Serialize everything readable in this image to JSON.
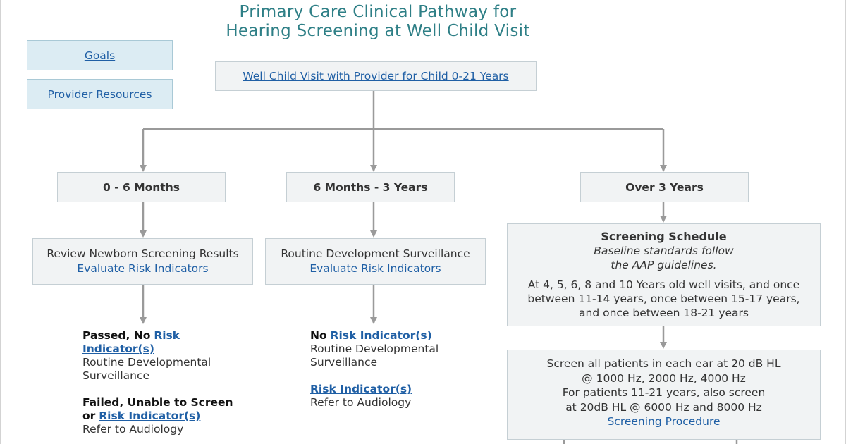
{
  "title": {
    "line1": "Primary Care Clinical Pathway for",
    "line2": "Hearing Screening at Well Child Visit"
  },
  "side_links": {
    "goals": "Goals",
    "provider_resources": "Provider Resources"
  },
  "root": {
    "label": "Well Child Visit with Provider for Child 0-21 Years"
  },
  "branches": {
    "infant": {
      "age_label": "0 - 6 Months",
      "step_text": "Review Newborn Screening Results",
      "step_link": "Evaluate Risk Indicators",
      "outcome_pass": {
        "bold_text": "Passed, No",
        "link_a": "Risk",
        "link_b": "Indicator(s)",
        "line1": "Routine Developmental",
        "line2": "Surveillance"
      },
      "outcome_fail": {
        "bold_line1": "Failed, Unable to Screen",
        "bold_or": "or",
        "link": "Risk Indicator(s)",
        "line": "Refer to Audiology"
      }
    },
    "toddler": {
      "age_label": "6 Months - 3 Years",
      "step_text": "Routine Development Surveillance",
      "step_link": "Evaluate Risk Indicators",
      "outcome_none": {
        "bold_text": "No",
        "link": "Risk Indicator(s)",
        "line1": "Routine Developmental",
        "line2": "Surveillance"
      },
      "outcome_risk": {
        "link": "Risk Indicator(s)",
        "line": "Refer to Audiology"
      }
    },
    "older": {
      "age_label": "Over 3 Years",
      "schedule": {
        "heading": "Screening Schedule",
        "italic1": "Baseline standards follow",
        "italic2": "the AAP guidelines.",
        "body1": "At 4, 5, 6, 8 and 10 Years old well visits, and once",
        "body2": "between 11-14 years, once between 15-17 years,",
        "body3": "and once between 18-21 years"
      },
      "screen": {
        "line1": "Screen all patients in each ear at 20 dB HL",
        "line2": "@ 1000 Hz, 2000 Hz, 4000 Hz",
        "line3": "For patients 11-21 years, also screen",
        "line4": "at 20dB HL @ 6000 Hz and 8000 Hz",
        "link": "Screening Procedure"
      }
    }
  },
  "colors": {
    "title": "#2e7f86",
    "link": "#1f5fa5",
    "connector": "#9a9a9a",
    "box_fill": "#f1f3f4",
    "side_link_fill": "#dcecf3"
  }
}
